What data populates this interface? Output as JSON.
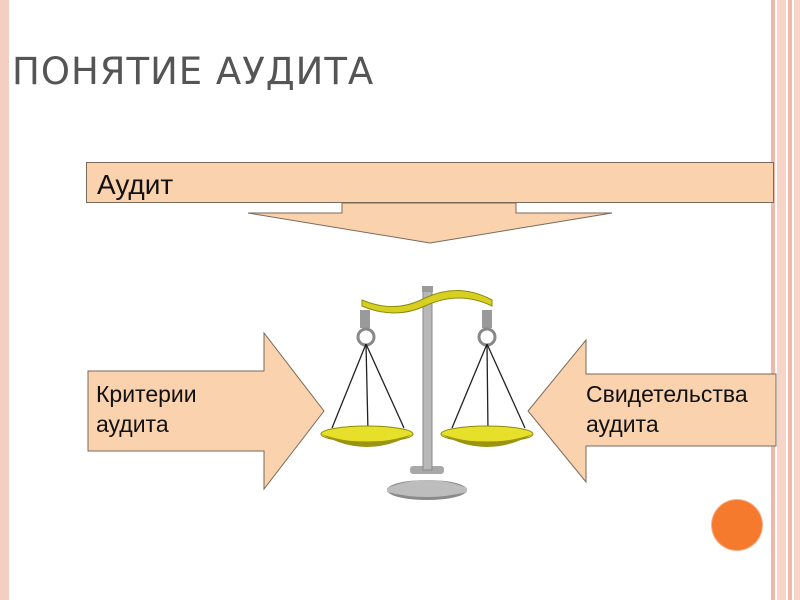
{
  "title": "ПОНЯТИЕ АУДИТА",
  "audit": "Аудит",
  "criteria": {
    "line1": "Критерии",
    "line2": "аудита"
  },
  "evidence": {
    "line1": "Свидетельства",
    "line2": "аудита"
  },
  "colors": {
    "box_fill": "#fad2ae",
    "accent_circle": "#f57a2e",
    "stripe": "#f0b8a8",
    "scale_gold": "#d8d020"
  },
  "icons": [
    "scales-icon"
  ]
}
